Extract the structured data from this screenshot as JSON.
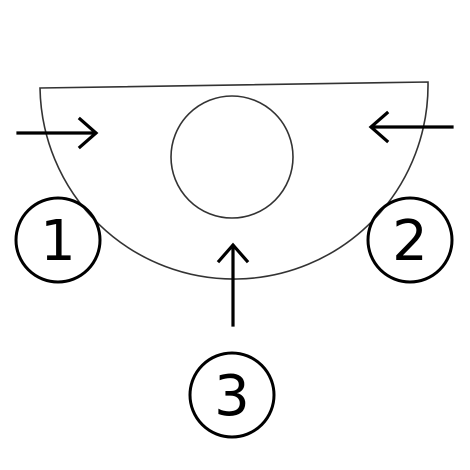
{
  "diagram": {
    "labels": {
      "one": "1",
      "two": "2",
      "three": "3"
    },
    "colors": {
      "stroke": "#000000",
      "background": "#ffffff"
    }
  }
}
